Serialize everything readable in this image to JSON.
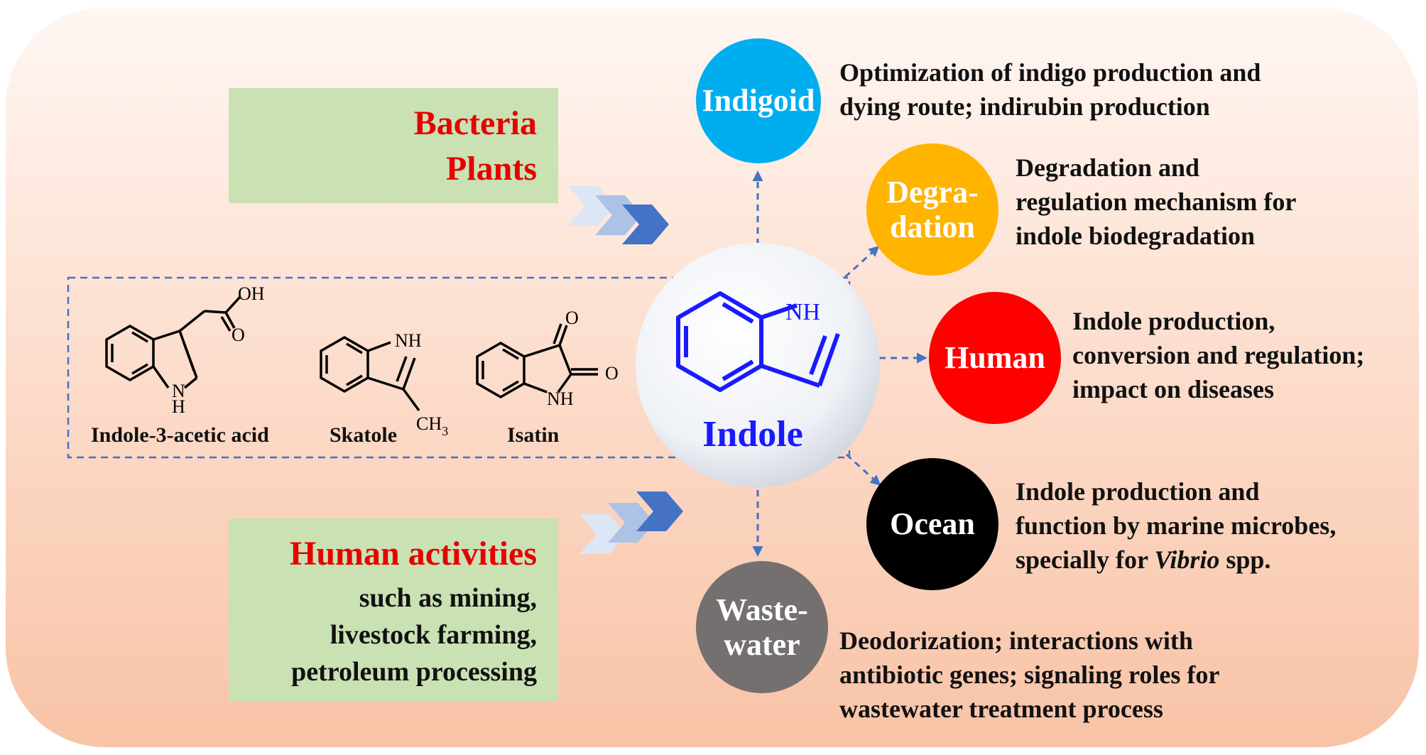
{
  "sources": {
    "top": {
      "line1": "Bacteria",
      "line2": "Plants"
    },
    "bottom": {
      "title": "Human activities",
      "line1": "such as mining,",
      "line2": "livestock farming,",
      "line3": "petroleum processing"
    }
  },
  "molecules": [
    {
      "name": "Indole-3-acetic acid",
      "atoms": {
        "oh": "OH",
        "o": "O",
        "h": "H"
      }
    },
    {
      "name": "Skatole",
      "atoms": {
        "nh": "NH",
        "ch3": "CH",
        "ch3_sub": "3"
      }
    },
    {
      "name": "Isatin",
      "atoms": {
        "o_top": "O",
        "o_right": "O",
        "nh": "NH"
      }
    }
  ],
  "center": {
    "label": "Indole",
    "nh": "NH"
  },
  "nodes": {
    "indigoid": {
      "label": "Indigoid",
      "color": "#00aeef",
      "desc": [
        "Optimization of indigo production and",
        "dying route; indirubin production"
      ]
    },
    "degradation": {
      "label1": "Degra-",
      "label2": "dation",
      "color": "#ffb400",
      "desc": [
        "Degradation and",
        "regulation mechanism for",
        "indole biodegradation"
      ]
    },
    "human": {
      "label": "Human",
      "color": "#ff0000",
      "desc": [
        "Indole production,",
        "conversion and regulation;",
        "impact on diseases"
      ]
    },
    "ocean": {
      "label": "Ocean",
      "color": "#000000",
      "desc": [
        "Indole production and",
        "function by marine microbes,"
      ],
      "desc3_pre": "specially for ",
      "desc3_italic": "Vibrio",
      "desc3_post": " spp."
    },
    "wastewater": {
      "label1": "Waste-",
      "label2": "water",
      "color": "#757070",
      "desc": [
        "Deodorization; interactions with",
        "antibiotic genes; signaling roles for",
        "wastewater treatment process"
      ]
    }
  },
  "colors": {
    "accent_red": "#e60000",
    "indole_blue": "#1a1aff",
    "arrow_blue": "#4472c4",
    "box_green": "#c9e1b3"
  }
}
